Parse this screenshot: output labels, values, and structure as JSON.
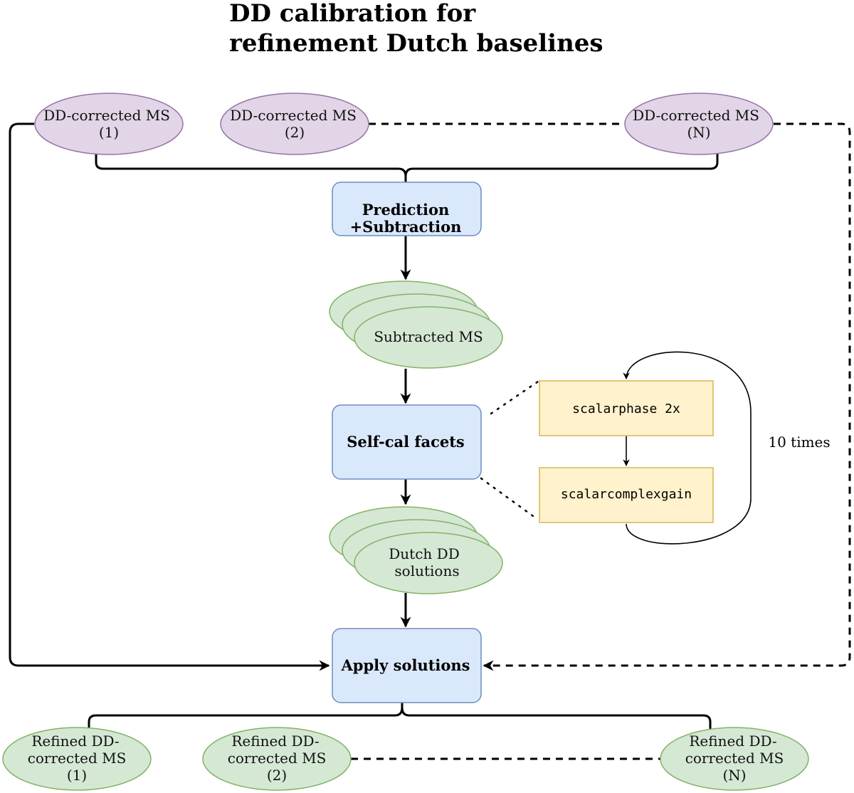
{
  "title": {
    "line1": "DD calibration for",
    "line2": "refinement Dutch baselines"
  },
  "inputs": [
    {
      "line1": "DD-corrected MS",
      "line2": "(1)"
    },
    {
      "line1": "DD-corrected MS",
      "line2": "(2)"
    },
    {
      "line1": "DD-corrected MS",
      "line2": "(N)"
    }
  ],
  "steps": {
    "prediction": {
      "line1": "Prediction",
      "line2": "+Subtraction"
    },
    "selfcal": "Self-cal facets",
    "apply": "Apply solutions"
  },
  "intermediates": {
    "subtracted": "Subtracted MS",
    "solutions": {
      "line1": "Dutch DD",
      "line2": "solutions"
    }
  },
  "selfcal_loop": {
    "step1": "scalarphase 2x",
    "step2": "scalarcomplexgain",
    "repeat_label": "10 times"
  },
  "outputs": [
    {
      "line1": "Refined DD-",
      "line2": "corrected MS",
      "line3": "(1)"
    },
    {
      "line1": "Refined DD-",
      "line2": "corrected MS",
      "line3": "(2)"
    },
    {
      "line1": "Refined DD-",
      "line2": "corrected MS",
      "line3": "(N)"
    }
  ],
  "colors": {
    "input_fill": "#e1d5e7",
    "input_stroke": "#9673a6",
    "process_fill": "#dae8fc",
    "process_stroke": "#6c8ebf",
    "data_fill": "#d5e8d4",
    "data_stroke": "#82b366",
    "loop_fill": "#fff2cc",
    "loop_stroke": "#d6b656"
  }
}
